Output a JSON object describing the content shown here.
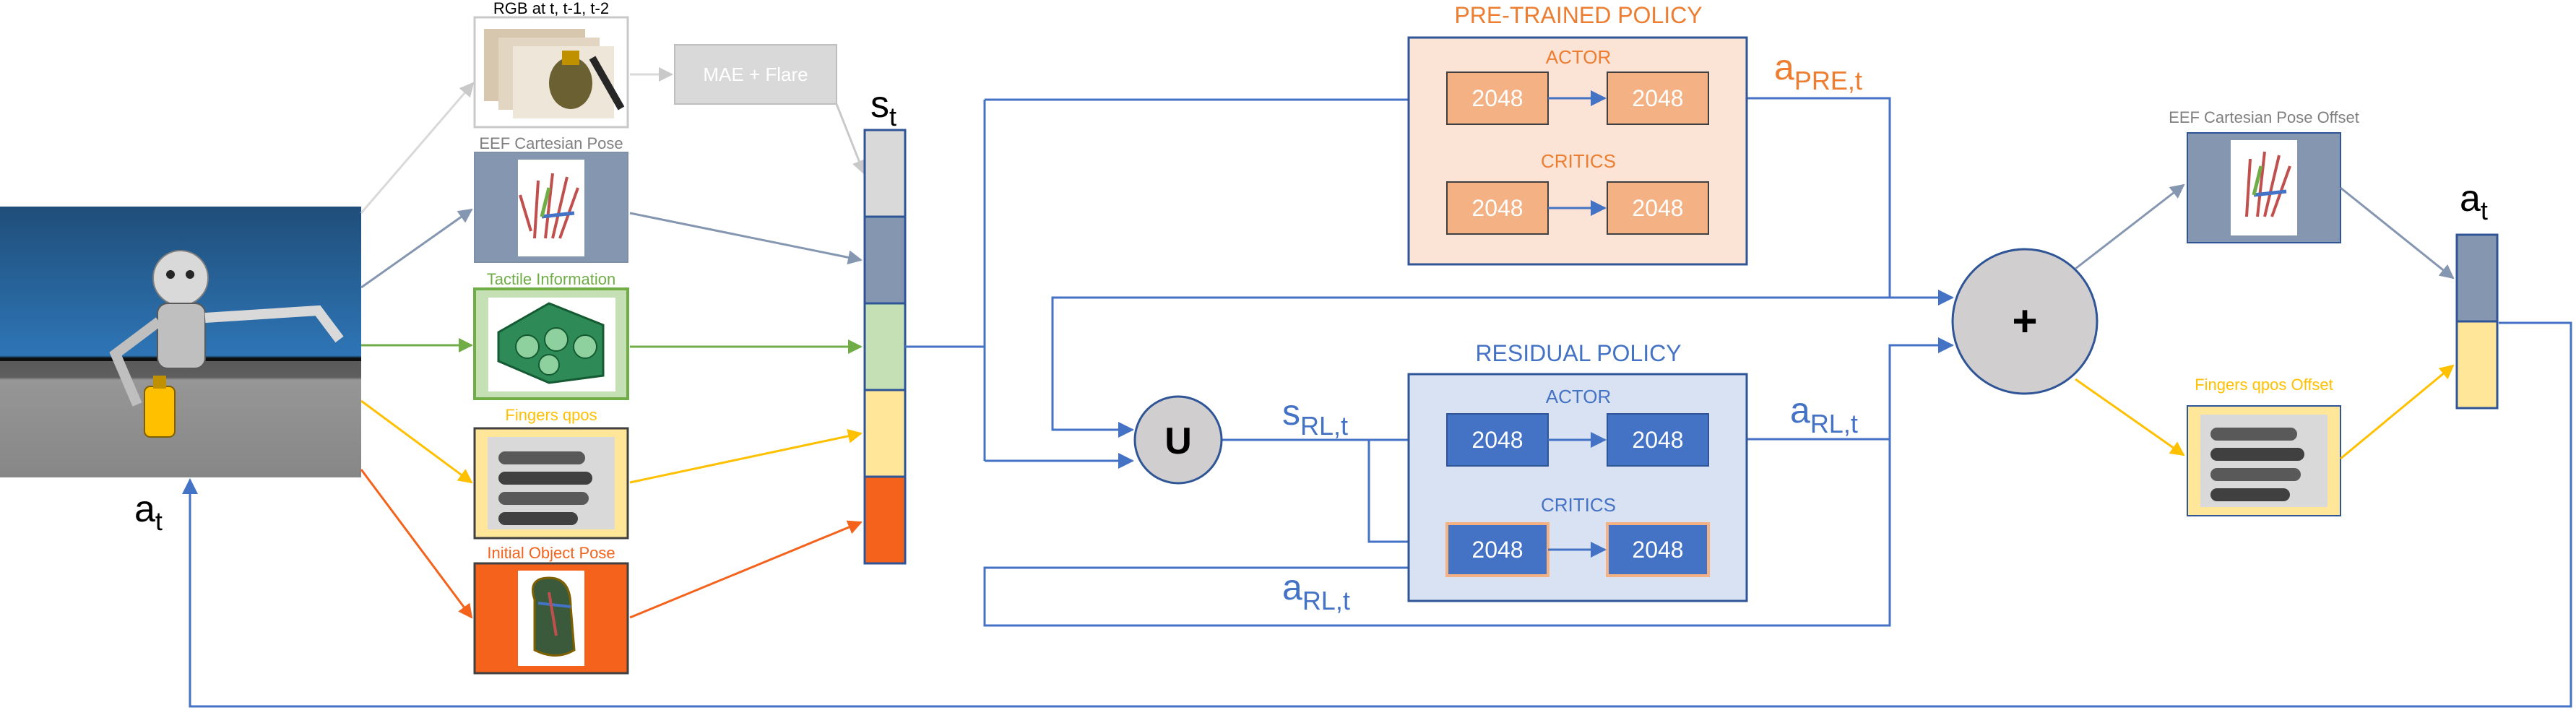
{
  "colors": {
    "grey_flow": "#c9c9c9",
    "eef_blue": "#8496b0",
    "green": "#70ad47",
    "yellow": "#ffc000",
    "orange": "#f4621c",
    "blue": "#4472c4",
    "pre_fill": "#fbe4d5",
    "pre_border": "#c55a11",
    "pre_unit": "#f4b183",
    "res_fill": "#d9e2f3",
    "res_border": "#2f5597",
    "res_unit": "#4472c4",
    "union_fill": "#d0cece",
    "state_grey": "#d9d9d9",
    "state_blue": "#8496b0",
    "state_green": "#c5e0b4",
    "state_yellow": "#ffe699",
    "state_orange": "#f4621c"
  },
  "inputs": {
    "rgb_caption": "RGB at t, t-1, t-2",
    "eef_caption": "EEF Cartesian Pose",
    "tactile_caption": "Tactile Information",
    "fingers_caption": "Fingers qpos",
    "object_caption": "Initial Object Pose",
    "mae_label": "MAE + Flare"
  },
  "state": {
    "label": "s",
    "sub": "t"
  },
  "pretrained": {
    "title": "PRE-TRAINED POLICY",
    "actor_label": "ACTOR",
    "critics_label": "CRITICS",
    "units": [
      "2048",
      "2048",
      "2048",
      "2048"
    ],
    "out_label": "a",
    "out_sub": "PRE,t"
  },
  "residual": {
    "title": "RESIDUAL POLICY",
    "actor_label": "ACTOR",
    "critics_label": "CRITICS",
    "units": [
      "2048",
      "2048",
      "2048",
      "2048"
    ],
    "in_label": "s",
    "in_sub": "RL,t",
    "out_label": "a",
    "out_sub": "RL,t",
    "feedback_label": "a",
    "feedback_sub": "RL,t"
  },
  "union_symbol": "U",
  "sum_symbol": "+",
  "outputs": {
    "eef_offset_caption": "EEF Cartesian Pose Offset",
    "fingers_offset_caption": "Fingers qpos Offset",
    "action_label": "a",
    "action_sub": "t"
  },
  "robot_action": {
    "label": "a",
    "sub": "t"
  }
}
